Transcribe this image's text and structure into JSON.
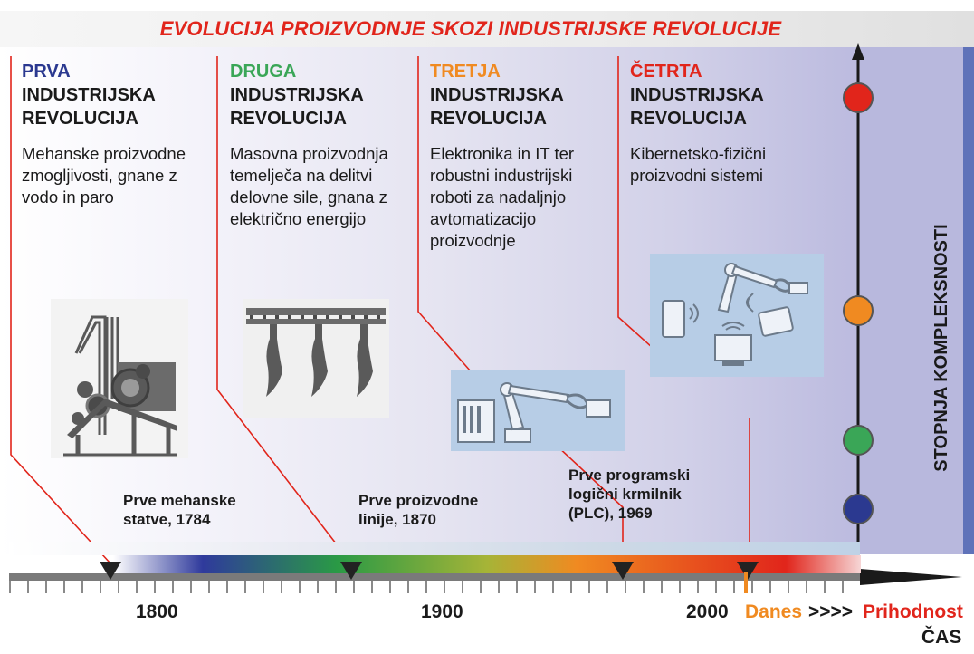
{
  "title": "EVOLUCIJA PROIZVODNJE SKOZI INDUSTRIJSKE REVOLUCIJE",
  "revolutions": [
    {
      "ordinal": "PRVA",
      "kind_1": "INDUSTRIJSKA",
      "kind_2": "REVOLUCIJA",
      "description_lines": [
        "Mehanske proizvodne",
        "zmogljivosti, gnane z",
        "vodo in paro"
      ],
      "color": "#2b3990"
    },
    {
      "ordinal": "DRUGA",
      "kind_1": "INDUSTRIJSKA",
      "kind_2": "REVOLUCIJA",
      "description_lines": [
        "Masovna proizvodnja",
        "temelječa na delitvi",
        "delovne sile, gnana z",
        "električno energijo"
      ],
      "color": "#3aa657"
    },
    {
      "ordinal": "TRETJA",
      "kind_1": "INDUSTRIJSKA",
      "kind_2": "REVOLUCIJA",
      "description_lines": [
        "Elektronika in IT ter",
        "robustni industrijski",
        "roboti za nadaljnjo",
        "avtomatizacijo",
        "proizvodnje"
      ],
      "color": "#f08a21"
    },
    {
      "ordinal": "ČETRTA",
      "kind_1": "INDUSTRIJSKA",
      "kind_2": "REVOLUCIJA",
      "description_lines": [
        "Kibernetsko-fizični",
        "proizvodni sistemi"
      ],
      "color": "#e1251b"
    }
  ],
  "milestones": [
    {
      "lines": [
        "Prve mehanske",
        "statve, 1784"
      ],
      "year": 1784
    },
    {
      "lines": [
        "Prve proizvodne",
        "linije,  1870"
      ],
      "year": 1870
    },
    {
      "lines": [
        "Prve programski",
        "logični krmilnik",
        "(PLC),  1969"
      ],
      "year": 1969
    },
    {
      "lines": [
        ""
      ],
      "year": 2011
    }
  ],
  "axis": {
    "years": [
      "1800",
      "1900",
      "2000"
    ],
    "today_label": "Danes",
    "arrows": ">>>>",
    "future_label": "Prihodnost",
    "time_label": "ČAS"
  },
  "complexity": {
    "label": "STOPNJA KOMPLEKSNOSTI",
    "level_colors": [
      "#2b3990",
      "#3aa657",
      "#f08a21",
      "#e1251b"
    ]
  },
  "icons": [
    "loom-icon",
    "assembly-line-icon",
    "industrial-robot-icon",
    "cyber-physical-icon"
  ]
}
